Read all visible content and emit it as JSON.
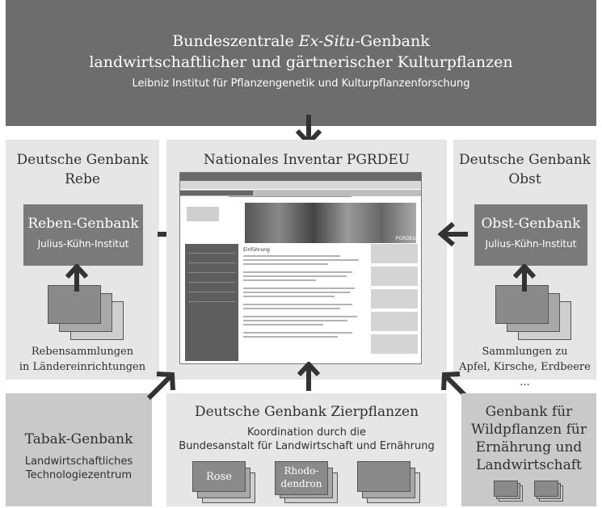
{
  "top": {
    "line1_pre": "Bundeszentrale ",
    "line1_em": "Ex-Situ",
    "line1_post": "-Genbank",
    "line2": "landwirtschaftlicher und gärtnerischer Kulturpflanzen",
    "line3": "Leibniz Institut für Pflanzengenetik und Kulturpflanzenforschung"
  },
  "center": {
    "title": "Nationales Inventar PGRDEU",
    "screenshot_logo": "PGRDEU",
    "screenshot_heading": "Einführung"
  },
  "left": {
    "title_line1": "Deutsche Genbank",
    "title_line2": "Rebe",
    "box_title": "Reben-Genbank",
    "box_sub": "Julius-Kühn-Institut",
    "caption_line1": "Rebensammlungen",
    "caption_line2": "in Ländereinrichtungen"
  },
  "right": {
    "title_line1": "Deutsche Genbank",
    "title_line2": "Obst",
    "box_title": "Obst-Genbank",
    "box_sub": "Julius-Kühn-Institut",
    "caption_line1": "Sammlungen zu",
    "caption_line2": "Apfel, Kirsche, Erdbeere ..."
  },
  "bottom_left": {
    "title": "Tabak-Genbank",
    "sub_line1": "Landwirtschaftliches",
    "sub_line2": "Technologiezentrum"
  },
  "bottom_center": {
    "title": "Deutsche Genbank Zierpflanzen",
    "sub_line1": "Koordination durch die",
    "sub_line2": "Bundesanstalt für Landwirtschaft und Ernährung",
    "card1": "Rose",
    "card2_line1": "Rhodo-",
    "card2_line2": "dendron"
  },
  "bottom_right": {
    "line1": "Genbank für",
    "line2": "Wildpflanzen für",
    "line3": "Ernährung und",
    "line4": "Landwirtschaft"
  },
  "colors": {
    "dark": "#6d6d6d",
    "box": "#7a7a7a",
    "panel": "#e6e6e6",
    "panel_dark": "#c9c9c9",
    "arrow": "#333333"
  }
}
